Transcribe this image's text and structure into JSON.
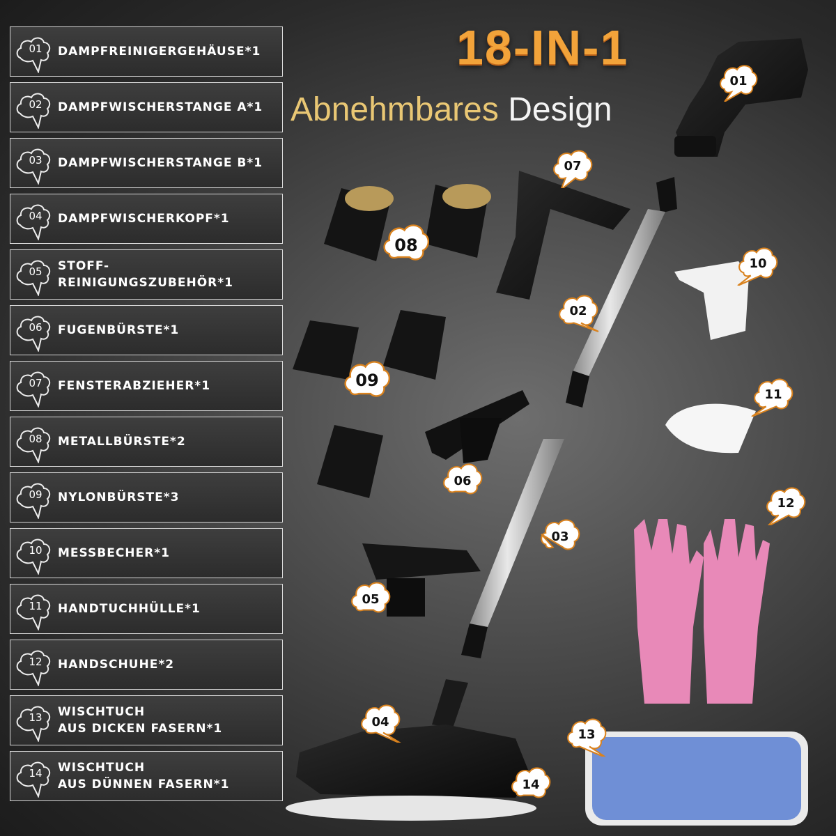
{
  "header": {
    "title": "18-IN-1",
    "subtitle_gold": "Abnehmbares",
    "subtitle_white": "Design"
  },
  "items": [
    {
      "num": "01",
      "label": "DAMPFREINIGERGEHÄUSE*1"
    },
    {
      "num": "02",
      "label": "DAMPFWISCHERSTANGE A*1"
    },
    {
      "num": "03",
      "label": "DAMPFWISCHERSTANGE B*1"
    },
    {
      "num": "04",
      "label": "DAMPFWISCHERKOPF*1"
    },
    {
      "num": "05",
      "label": "STOFF-\nREINIGUNGSZUBEHÖR*1"
    },
    {
      "num": "06",
      "label": "FUGENBÜRSTE*1"
    },
    {
      "num": "07",
      "label": "FENSTERABZIEHER*1"
    },
    {
      "num": "08",
      "label": "METALLBÜRSTE*2"
    },
    {
      "num": "09",
      "label": "NYLONBÜRSTE*3"
    },
    {
      "num": "10",
      "label": "MESSBECHER*1"
    },
    {
      "num": "11",
      "label": "HANDTUCHHÜLLE*1"
    },
    {
      "num": "12",
      "label": "HANDSCHUHE*2"
    },
    {
      "num": "13",
      "label": "WISCHTUCH\nAUS DICKEN FASERN*1"
    },
    {
      "num": "14",
      "label": "WISCHTUCH\nAUS DÜNNEN FASERN*1"
    }
  ],
  "callouts": {
    "c01": "01",
    "c02": "02",
    "c03": "03",
    "c04": "04",
    "c05": "05",
    "c06": "06",
    "c07": "07",
    "c08": "08",
    "c09": "09",
    "c10": "10",
    "c11": "11",
    "c12": "12",
    "c13": "13",
    "c14": "14"
  },
  "colors": {
    "title": "#f2a33a",
    "subtitle_gold": "#e9c774",
    "callout_border": "#d9821e",
    "glove": "#e889b8",
    "mop_cloth": "#6f8fd6"
  }
}
